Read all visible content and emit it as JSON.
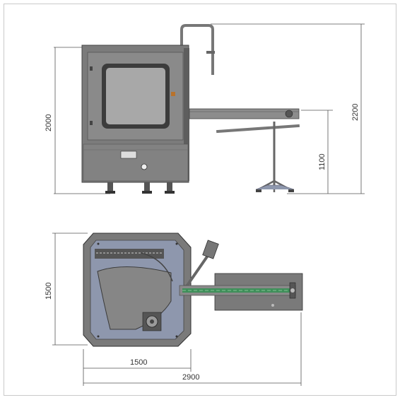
{
  "dimensions": {
    "front_height": "2000",
    "total_height": "2200",
    "conveyor_height": "1100",
    "top_depth": "1500",
    "top_width": "1500",
    "total_width": "2900"
  },
  "colors": {
    "frame": "#c9c9c9",
    "machine_body": "#7a7a7a",
    "machine_dark": "#4d4d4d",
    "glass": "#a9a9a9",
    "blue_base": "#8e97ad",
    "conveyor_green": "#3f8f5a",
    "dimension_line": "#555555"
  }
}
